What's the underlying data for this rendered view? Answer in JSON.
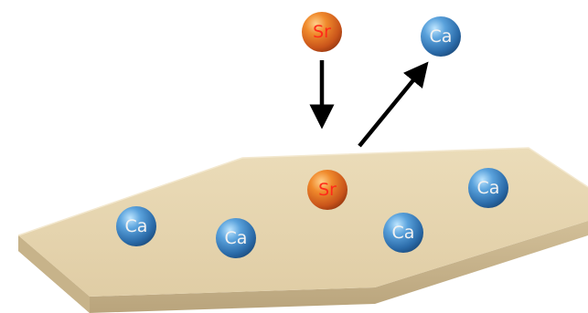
{
  "surface_color": "#e6d5b0",
  "colors": {
    "sr_atom": "#e06a1c",
    "ca_atom": "#3f86c8",
    "sr_label": "#ff2a1a",
    "ca_label": "#f2f2f2",
    "arrow": "#000000"
  },
  "incoming_atom": {
    "label": "Sr"
  },
  "leaving_atom": {
    "label": "Ca"
  },
  "substituted_atom": {
    "label": "Sr"
  },
  "surface_atoms": [
    {
      "label": "Ca"
    },
    {
      "label": "Ca"
    },
    {
      "label": "Ca"
    },
    {
      "label": "Ca"
    }
  ]
}
